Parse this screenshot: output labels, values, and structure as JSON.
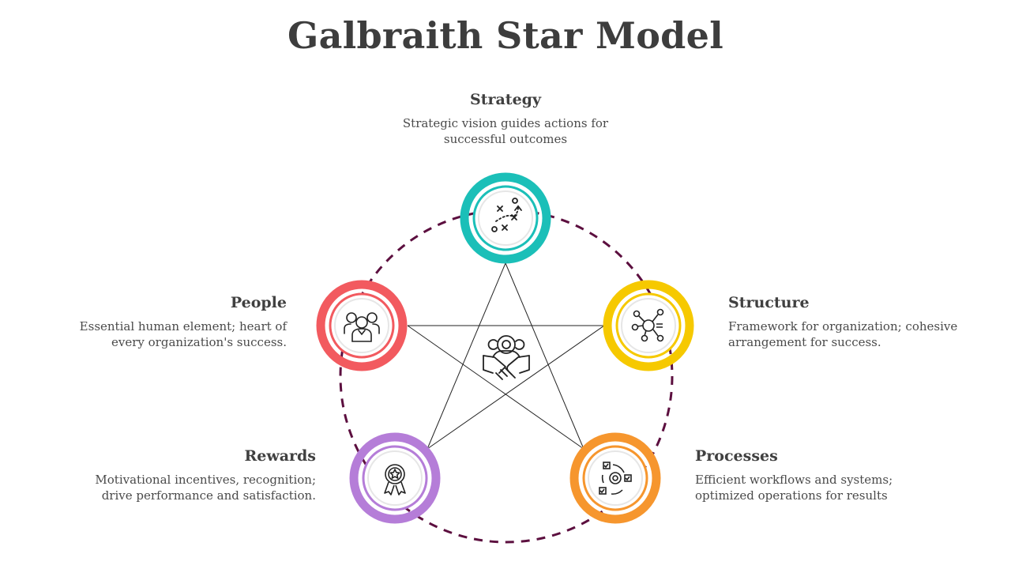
{
  "title": "Galbraith Star Model",
  "colors": {
    "strategy": "#1BBFB8",
    "structure": "#F6C900",
    "processes": "#F6962E",
    "rewards": "#B57DD8",
    "people": "#F25A5F",
    "ring": "#5C0F3F"
  },
  "center_icon": "handshake-team-icon",
  "nodes": {
    "strategy": {
      "title": "Strategy",
      "desc_line1": "Strategic vision guides actions for",
      "desc_line2": "successful outcomes",
      "icon": "strategy-play-icon"
    },
    "structure": {
      "title": "Structure",
      "desc_line1": "Framework for organization; cohesive",
      "desc_line2": "arrangement for success.",
      "icon": "network-hierarchy-icon"
    },
    "processes": {
      "title": "Processes",
      "desc_line1": "Efficient workflows and systems;",
      "desc_line2": "optimized operations for results",
      "icon": "process-target-icon"
    },
    "rewards": {
      "title": "Rewards",
      "desc_line1": "Motivational incentives, recognition;",
      "desc_line2": "drive performance and satisfaction.",
      "icon": "award-ribbon-icon"
    },
    "people": {
      "title": "People",
      "desc_line1": "Essential human element; heart of",
      "desc_line2": "every organization's success.",
      "icon": "team-people-icon"
    }
  }
}
